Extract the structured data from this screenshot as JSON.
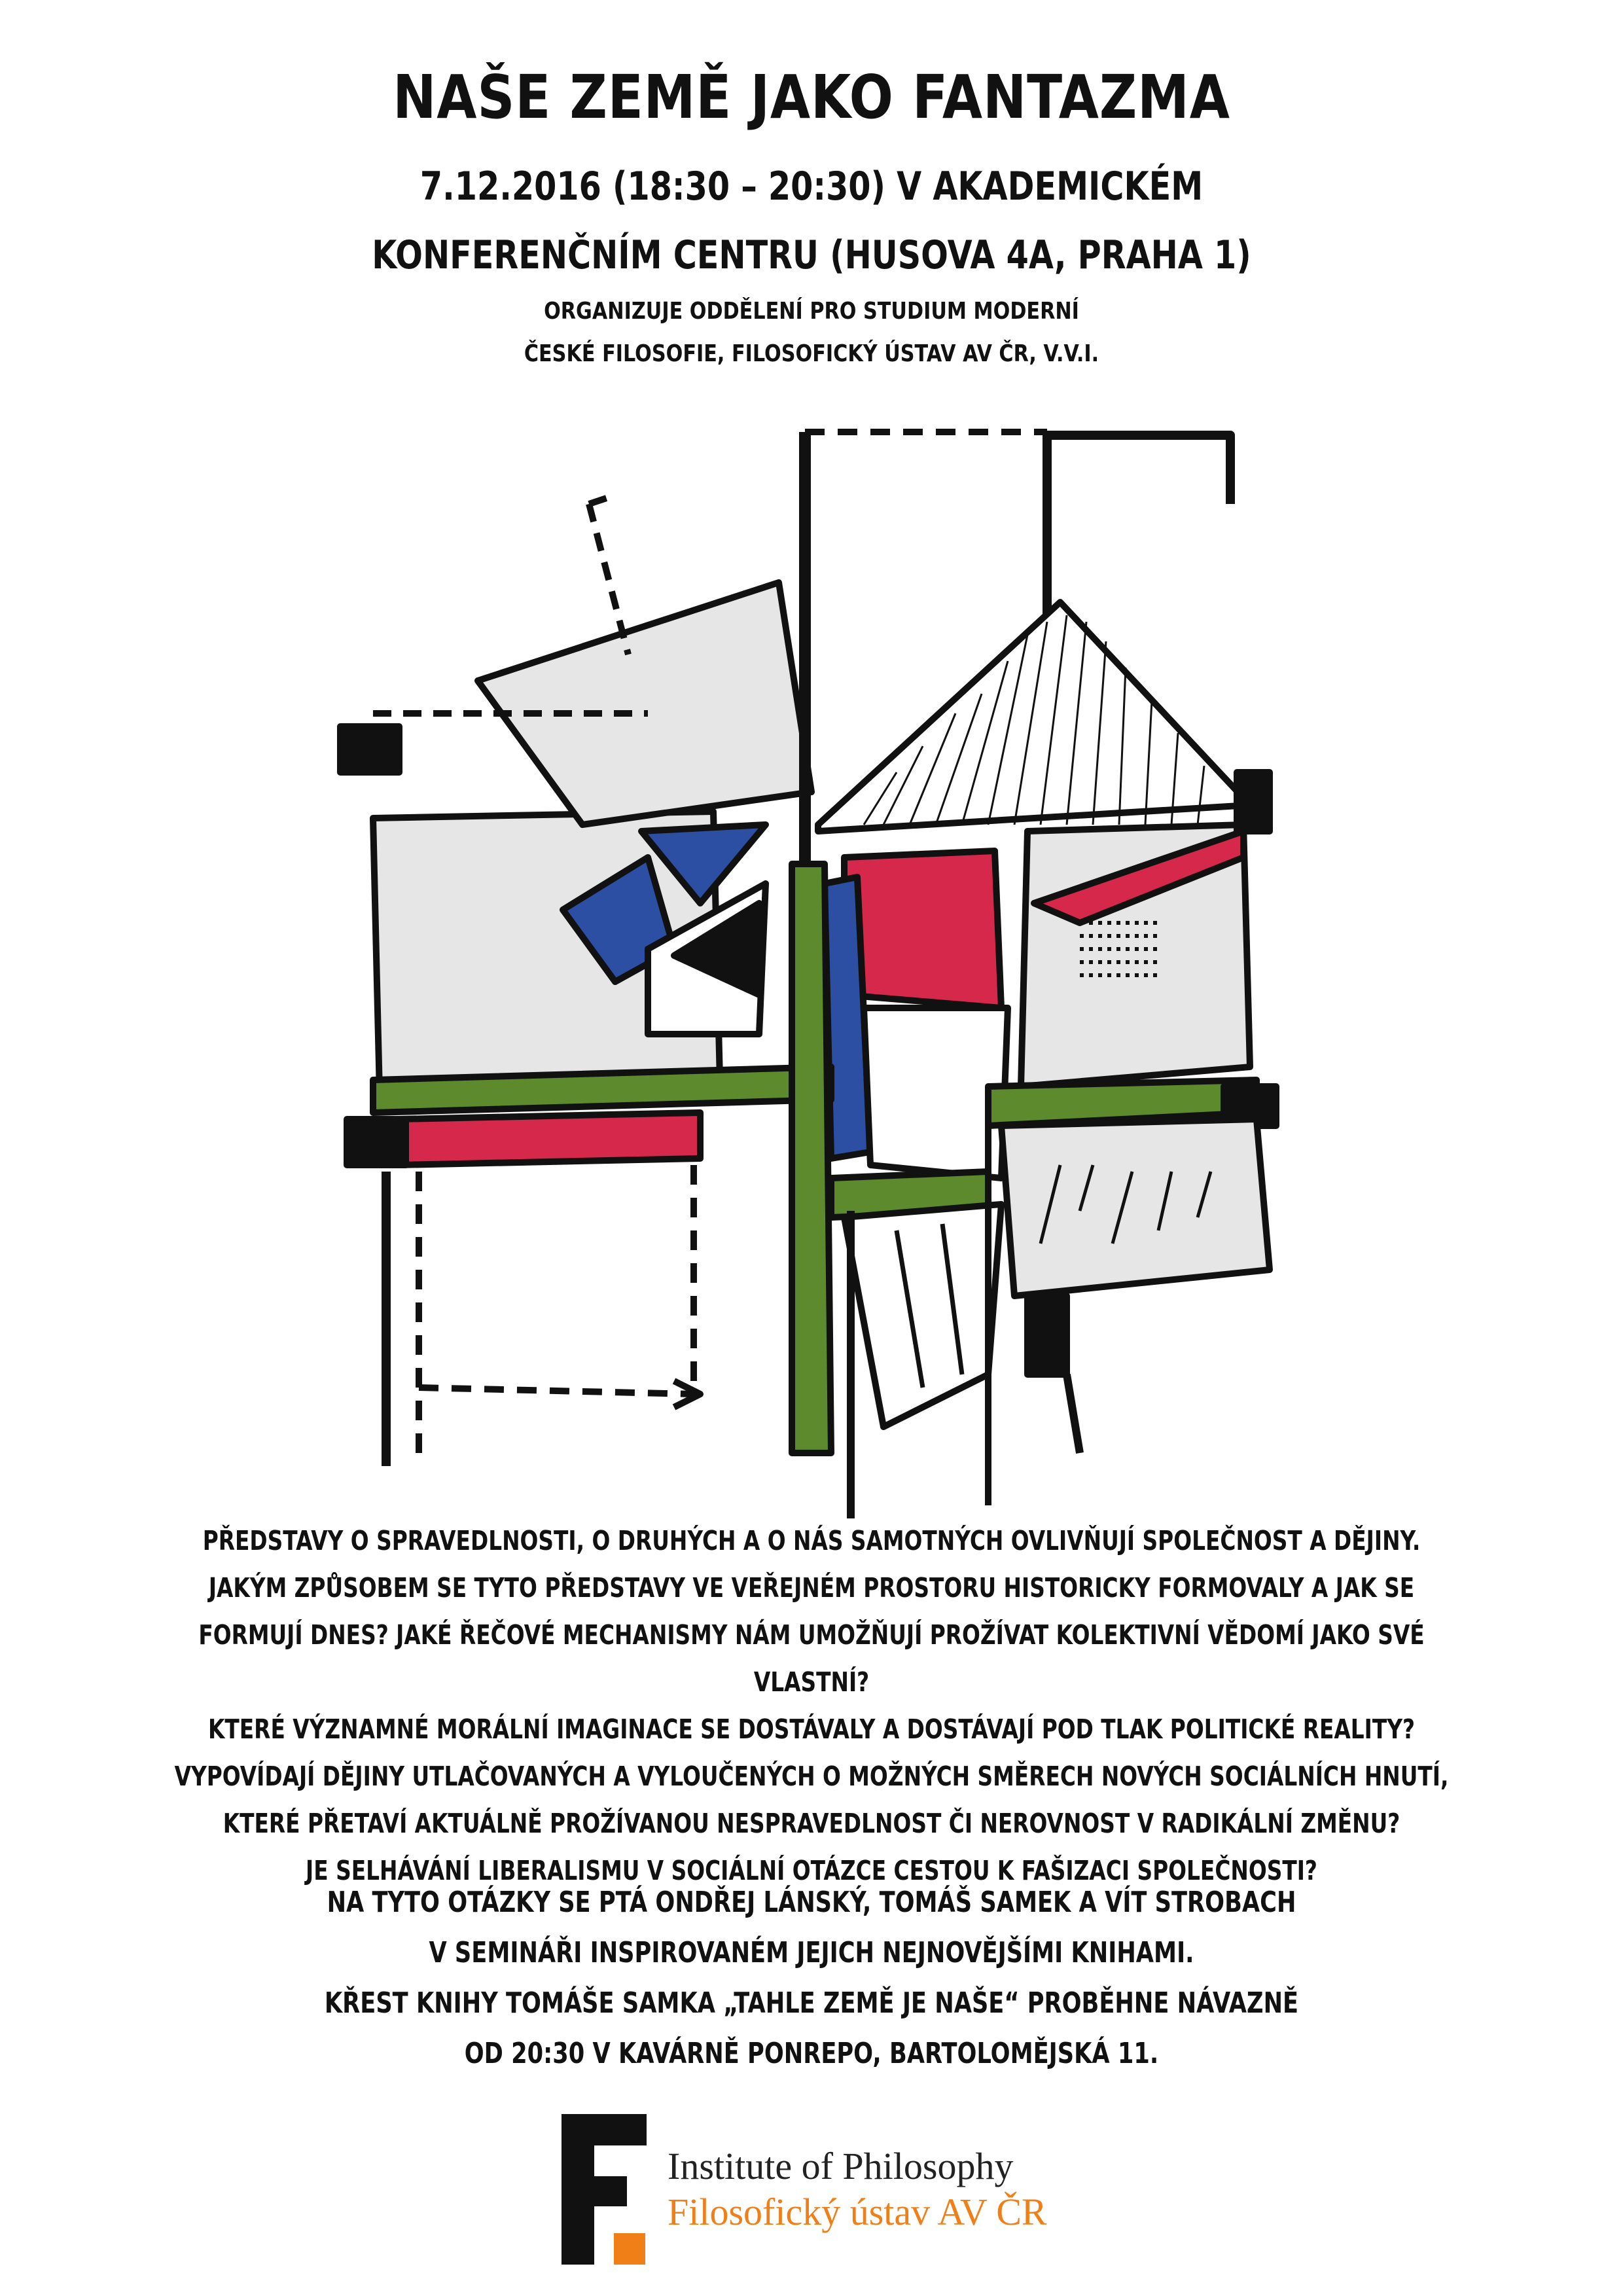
{
  "title": "NAŠE ZEMĚ JAKO FANTAZMA",
  "subtitle_line1": "7.12.2016 (18:30 – 20:30) V AKADEMICKÉM",
  "subtitle_line2": "KONFERENČNÍM CENTRU (HUSOVA 4A, PRAHA 1)",
  "organizer_line1": "ORGANIZUJE ODDĚLENÍ PRO STUDIUM MODERNÍ",
  "organizer_line2": "ČESKÉ FILOSOFIE, FILOSOFICKÝ ÚSTAV AV ČR, V.V.I.",
  "questions": [
    "PŘEDSTAVY O SPRAVEDLNOSTI, O DRUHÝCH A O NÁS SAMOTNÝCH OVLIVŇUJÍ SPOLEČNOST A DĚJINY.",
    "JAKÝM ZPŮSOBEM SE TYTO PŘEDSTAVY VE VEŘEJNÉM PROSTORU HISTORICKY FORMOVALY A JAK SE",
    "FORMUJÍ DNES? JAKÉ ŘEČOVÉ MECHANISMY NÁM UMOŽŇUJÍ PROŽÍVAT KOLEKTIVNÍ VĚDOMÍ JAKO SVÉ VLASTNÍ?",
    "KTERÉ VÝZNAMNÉ MORÁLNÍ IMAGINACE SE DOSTÁVALY A  DOSTÁVAJÍ POD TLAK POLITICKÉ REALITY?",
    "VYPOVÍDAJÍ DĚJINY UTLAČOVANÝCH A VYLOUČENÝCH O MOŽNÝCH SMĚRECH NOVÝCH SOCIÁLNÍCH HNUTÍ,",
    "KTERÉ PŘETAVÍ AKTUÁLNĚ PROŽÍVANOU NESPRAVEDLNOST ČI NEROVNOST V RADIKÁLNÍ ZMĚNU?",
    "JE SELHÁVÁNÍ LIBERALISMU V SOCIÁLNÍ OTÁZCE CESTOU K FAŠIZACI SPOLEČNOSTI?"
  ],
  "announcement": [
    "NA TYTO OTÁZKY SE PTÁ ONDŘEJ LÁNSKÝ, TOMÁŠ SAMEK A VÍT STROBACH",
    "V SEMINÁŘI INSPIROVANÉM JEJICH NEJNOVĚJŠÍMI KNIHAMI.",
    "KŘEST KNIHY TOMÁŠE SAMKA „TAHLE ZEMĚ JE NAŠE“ PROBĚHNE NÁVAZNĚ",
    "OD 20:30 V KAVÁRNĚ PONREPO, BARTOLOMĚJSKÁ 11."
  ],
  "logo": {
    "name_en": "Institute of Philosophy",
    "name_cz": "Filosofický ústav AV ČR",
    "icon": "institute-f-logo-icon",
    "accent_color": "#f07f17",
    "dark_color": "#111111"
  },
  "illustration": {
    "icon": "abstract-house-sketch-icon",
    "colors": {
      "red": "#d6284a",
      "blue": "#2c4fa3",
      "green": "#5d8a2c",
      "gray": "#e6e6e6",
      "black": "#111111"
    }
  }
}
